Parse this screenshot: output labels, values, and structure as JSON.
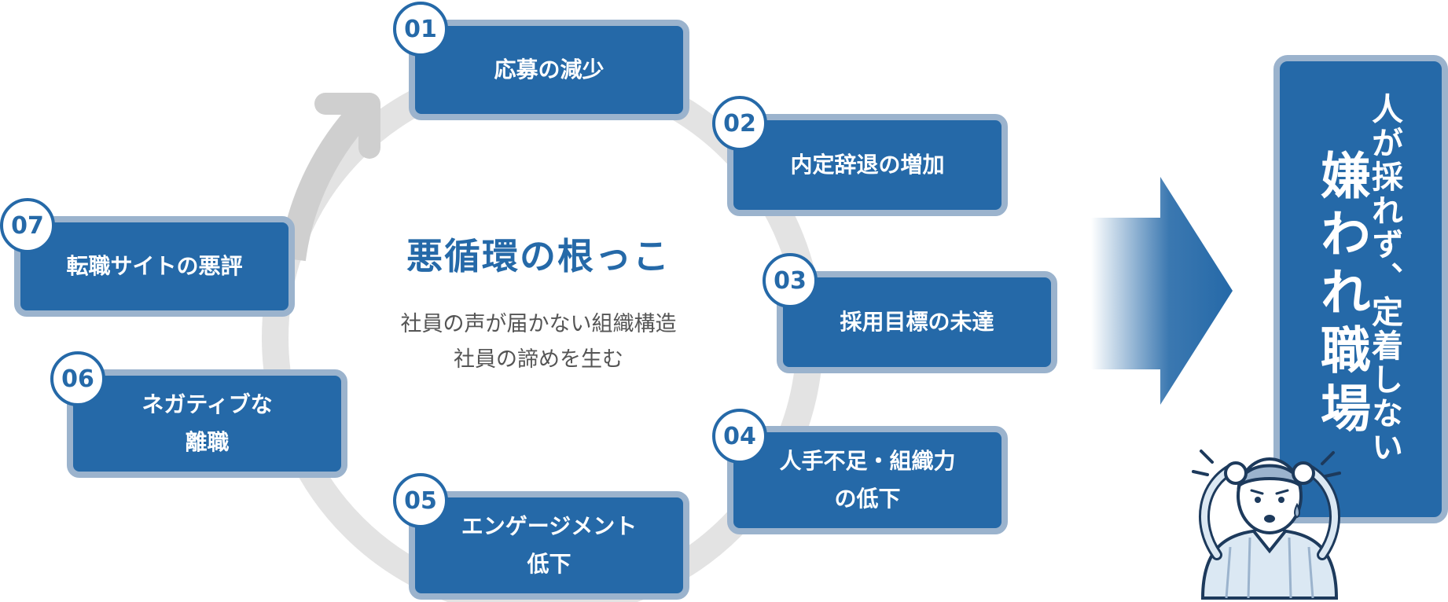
{
  "center": {
    "title": "悪循環の根っこ",
    "subtitle_line1": "社員の声が届かない組織構造",
    "subtitle_line2": "社員の諦めを生む"
  },
  "steps": [
    {
      "num": "01",
      "label": "応募の減少"
    },
    {
      "num": "02",
      "label": "内定辞退の増加"
    },
    {
      "num": "03",
      "label": "採用目標の未達"
    },
    {
      "num": "04",
      "label": "人手不足・組織力\nの低下"
    },
    {
      "num": "05",
      "label": "エンゲージメント\n低下"
    },
    {
      "num": "06",
      "label": "ネガティブな\n離職"
    },
    {
      "num": "07",
      "label": "転職サイトの悪評"
    }
  ],
  "result": {
    "line_small": "人が採れず、定着しない",
    "line_big": "嫌われ職場"
  },
  "colors": {
    "accent": "#2569a8",
    "box_border": "#9bb3cd",
    "cycle_ring": "#e3e3e3",
    "cycle_arrow": "#cfcfcf",
    "subtext": "#555555"
  },
  "icons": {
    "cycle": "cycle-arrow-icon",
    "flow": "right-arrow-icon",
    "person": "stressed-person-icon"
  }
}
